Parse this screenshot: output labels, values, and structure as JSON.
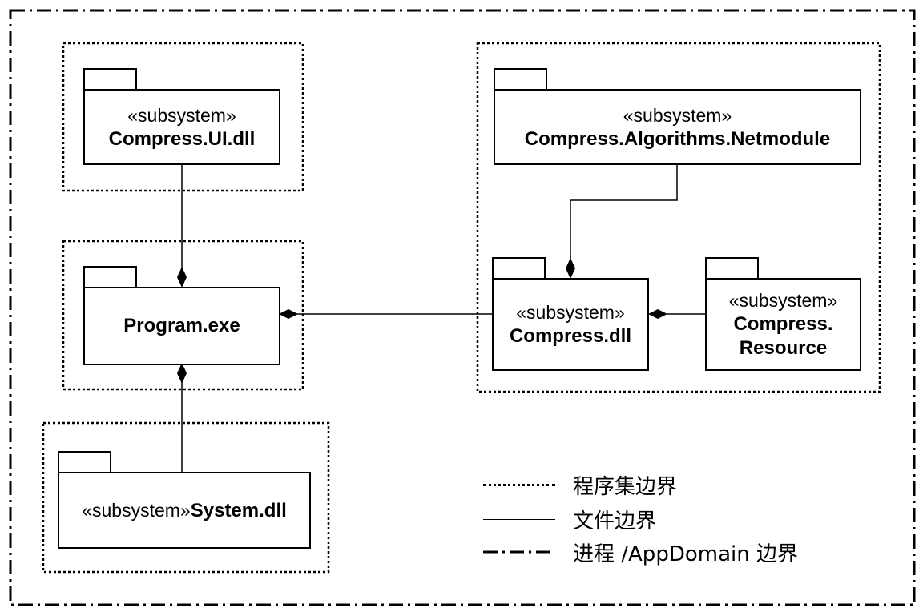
{
  "packages": {
    "ui": {
      "stereotype": "«subsystem»",
      "name": "Compress.UI.dll"
    },
    "program": {
      "name": "Program.exe"
    },
    "system": {
      "stereotype": "«subsystem»",
      "name": "System.dll"
    },
    "algorithms": {
      "stereotype": "«subsystem»",
      "name": "Compress.Algorithms.Netmodule"
    },
    "compress": {
      "stereotype": "«subsystem»",
      "name": "Compress.dll"
    },
    "resource": {
      "stereotype": "«subsystem»",
      "name_line1": "Compress.",
      "name_line2": "Resource"
    }
  },
  "legend": {
    "assembly_boundary": "程序集边界",
    "file_boundary": "文件边界",
    "process_boundary": "进程 /AppDomain 边界"
  }
}
